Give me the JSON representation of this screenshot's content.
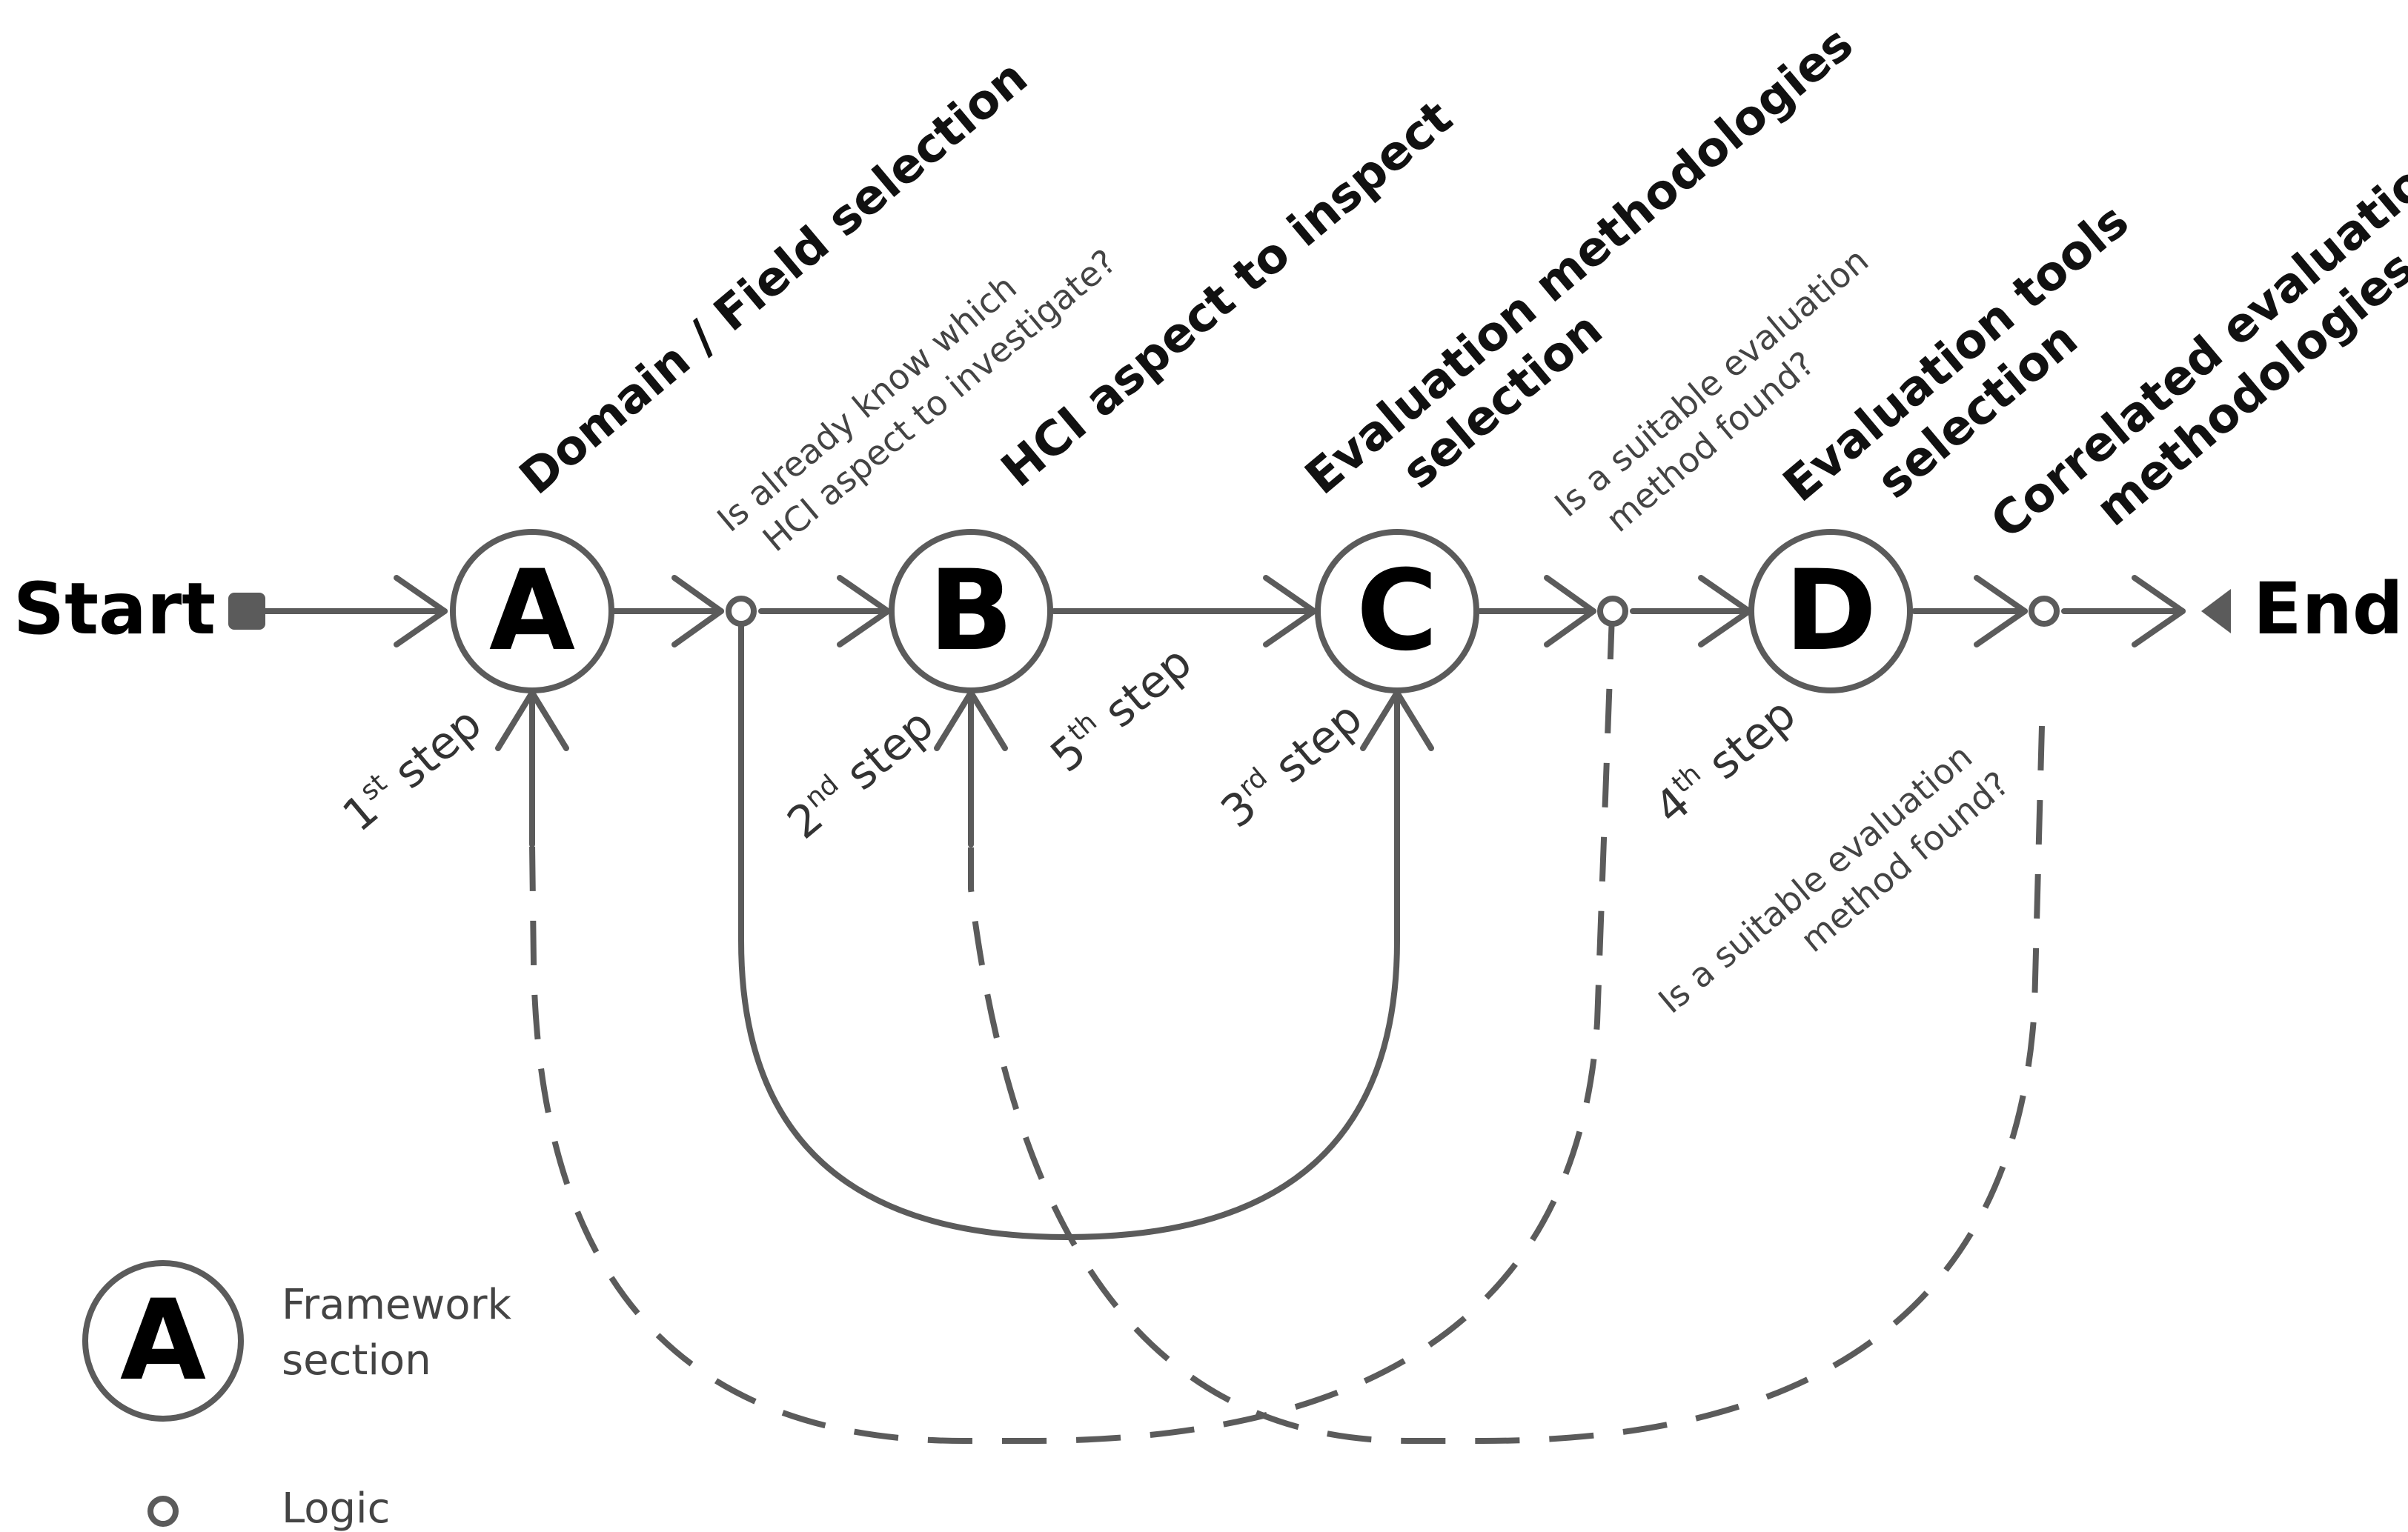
{
  "terminals": {
    "start": "Start",
    "end": "End"
  },
  "nodes": [
    {
      "letter": "A",
      "title_line1": "Domain / Field selection",
      "title_line2": ""
    },
    {
      "letter": "B",
      "title_line1": "HCI aspect to inspect",
      "title_line2": ""
    },
    {
      "letter": "C",
      "title_line1": "Evaluation methodologies",
      "title_line2": "selection"
    },
    {
      "letter": "D",
      "title_line1": "Evaluation tools",
      "title_line2": "selection"
    }
  ],
  "outcome": {
    "line1": "Correlated evaluation",
    "line2": "methodologies"
  },
  "steps": [
    {
      "num": "1",
      "sup": "st",
      "word": " step"
    },
    {
      "num": "2",
      "sup": "nd",
      "word": " step"
    },
    {
      "num": "5",
      "sup": "th",
      "word": " step"
    },
    {
      "num": "3",
      "sup": "rd",
      "word": " step"
    },
    {
      "num": "4",
      "sup": "th",
      "word": " step"
    }
  ],
  "questions": {
    "q1": {
      "line1": "Is already know which",
      "line2": "HCI aspect to investigate?"
    },
    "q2": {
      "line1": "Is a suitable evaluation",
      "line2": "method found?"
    },
    "q3": {
      "line1": "Is a suitable evaluation",
      "line2": "method found?"
    }
  },
  "legend": {
    "node_letter": "A",
    "framework_line1": "Framework",
    "framework_line2": "section",
    "logic": "Logic"
  },
  "colors": {
    "line": "#5b5b5b",
    "text": "#000000"
  }
}
